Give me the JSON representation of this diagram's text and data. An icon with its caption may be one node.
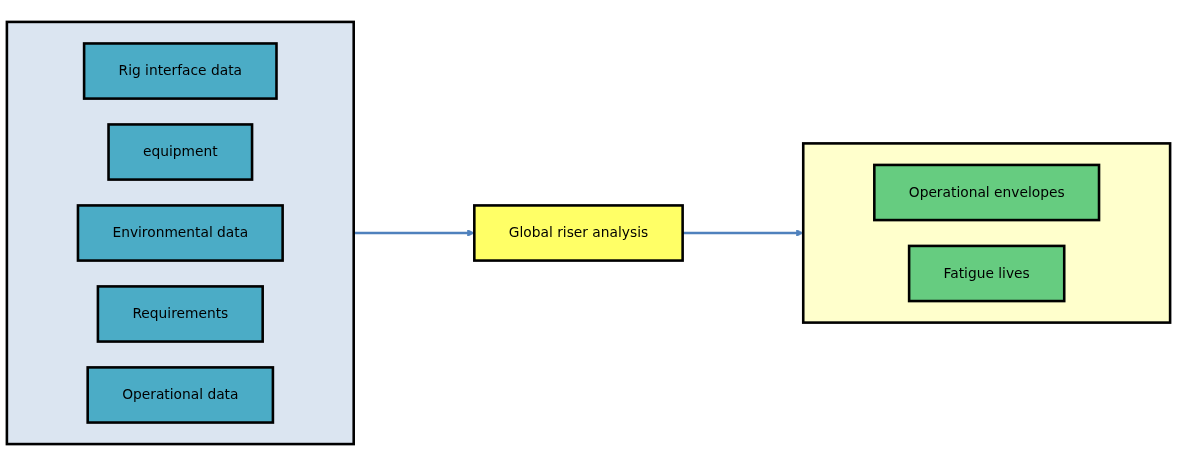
{
  "diagram": {
    "nodes": [
      {
        "text": [],
        "shape": "box"
      },
      {
        "text": [
          "Rig interface data"
        ],
        "in": 0
      },
      {
        "text": [
          "equipment"
        ],
        "in": 0
      },
      {
        "text": [
          "Environmental data"
        ],
        "in": 0
      },
      {
        "text": [
          "Requirements"
        ],
        "in": 0
      },
      {
        "text": [
          "Operational data"
        ],
        "in": 0
      },
      {
        "text": [
          "Global riser analysis"
        ]
      },
      {
        "text": [],
        "shape": "box"
      },
      {
        "text": [
          "Operational envelopes"
        ],
        "in": 7
      },
      {
        "text": [
          "Fatigue lives"
        ],
        "in": 7
      }
    ],
    "edges": [
      {
        "from": 0,
        "to": 6,
        "arrow": "to",
        "color": "#4f81bd"
      },
      {
        "from": 6,
        "to": 7,
        "arrow": "to",
        "color": "#4f81bd"
      }
    ]
  }
}
